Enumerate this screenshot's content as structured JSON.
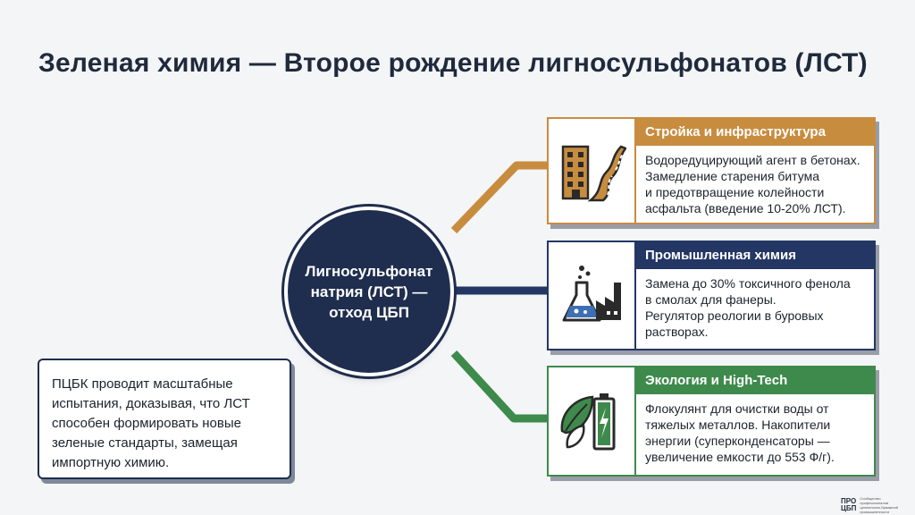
{
  "title": "Зеленая химия — Второе рождение лигносульфонатов (ЛСТ)",
  "hub": {
    "label": "Лигносульфонат натрия (ЛСТ) — отход ЦБП"
  },
  "cards": [
    {
      "heading": "Стройка и инфраструктура",
      "lines": [
        "Водоредуцирующий агент в бетонах.",
        "Замедление старения битума",
        "и предотвращение колейности",
        "асфальта (введение 10-20% ЛСТ)."
      ],
      "icon": "building-road-icon",
      "color": "#c88c3f"
    },
    {
      "heading": "Промышленная химия",
      "lines": [
        "Замена до 30% токсичного фенола",
        "в смолах для фанеры.",
        "Регулятор реологии в буровых",
        "растворах."
      ],
      "icon": "flask-factory-icon",
      "color": "#243764"
    },
    {
      "heading": "Экология и High-Tech",
      "lines": [
        "Флокулянт для очистки воды от",
        "тяжелых металлов. Накопители",
        "энергии (суперконденсаторы —",
        "увеличение емкости до 553 Ф/г)."
      ],
      "icon": "leaf-battery-icon",
      "color": "#3e8a4c"
    }
  ],
  "note": {
    "lines": [
      "ПЦБК проводит масштабные",
      "испытания, доказывая, что ЛСТ",
      "способен формировать новые",
      "зеленые стандарты, замещая",
      "импортную химию."
    ]
  },
  "logo": {
    "mark_top": "ПРО",
    "mark_bottom": "ЦБП",
    "tagline": "Сообщество профессионалов целлюлозно-бумажной промышленности"
  }
}
